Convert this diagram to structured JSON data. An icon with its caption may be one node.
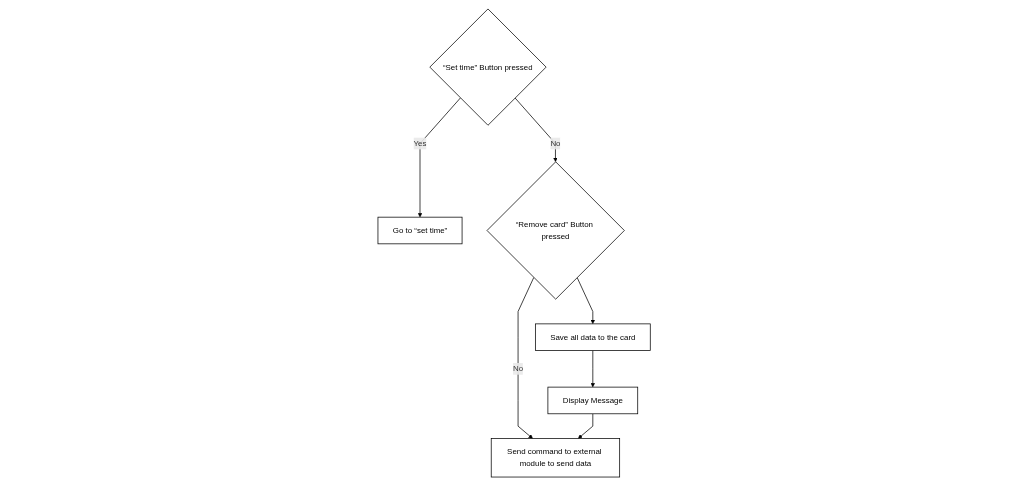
{
  "diagram": {
    "nodes": [
      {
        "text": [
          "“Set time” Button pressed"
        ]
      },
      {
        "text": [
          "Go to “set time”"
        ]
      },
      {
        "text": [
          "“Remove card” Button pressed"
        ]
      },
      {
        "text": [
          "Save all data to the card"
        ]
      },
      {
        "text": [
          "Display Message"
        ]
      },
      {
        "text": [
          "Send command to external module to send data"
        ]
      }
    ],
    "edges": [
      {
        "from": 0,
        "to": 1,
        "label": "Yes",
        "arrow": "to"
      },
      {
        "from": 0,
        "to": 2,
        "label": "No",
        "arrow": "to"
      },
      {
        "from": 2,
        "to": 3,
        "arrow": "to"
      },
      {
        "from": 3,
        "to": 4,
        "arrow": "to"
      },
      {
        "from": 2,
        "to": 5,
        "label": "No",
        "arrow": "to"
      },
      {
        "from": 4,
        "to": 5,
        "arrow": "to"
      }
    ]
  }
}
